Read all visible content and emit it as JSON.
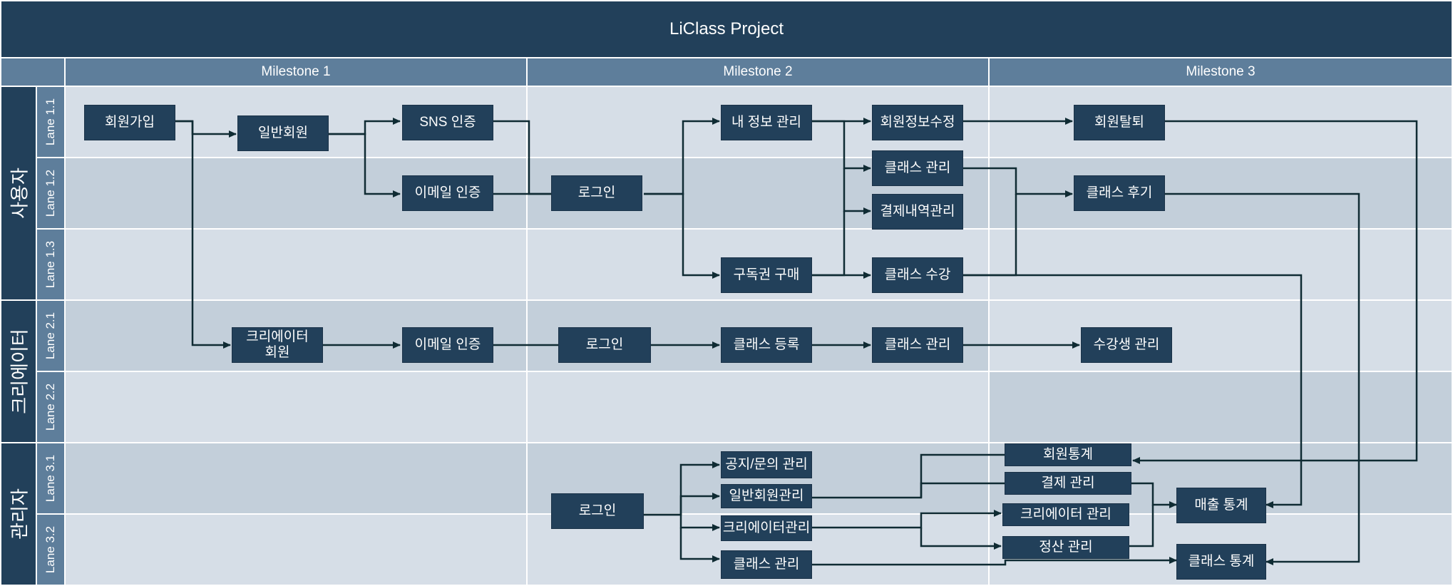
{
  "title": "LiClass Project",
  "milestones": [
    "Milestone 1",
    "Milestone 2",
    "Milestone 3"
  ],
  "pools": [
    "사용자",
    "크리에이터",
    "관리자"
  ],
  "lanes": [
    "Lane 1.1",
    "Lane 1.2",
    "Lane 1.3",
    "Lane 2.1",
    "Lane 2.2",
    "Lane 3.1",
    "Lane 3.2"
  ],
  "nodes": {
    "signup": "회원가입",
    "general_member": "일반회원",
    "sns_auth": "SNS 인증",
    "email_auth_user": "이메일 인증",
    "login_user": "로그인",
    "my_info": "내 정보 관리",
    "member_info_edit": "회원정보수정",
    "class_manage_user": "클래스 관리",
    "payment_history": "결제내역관리",
    "subscription_buy": "구독권 구매",
    "class_attend": "클래스 수강",
    "withdraw": "회원탈퇴",
    "class_review": "클래스 후기",
    "creator_member": "크리에이터\n회원",
    "email_auth_creator": "이메일 인증",
    "login_creator": "로그인",
    "class_register": "클래스 등록",
    "class_manage_creator": "클래스 관리",
    "student_manage": "수강생 관리",
    "login_admin": "로그인",
    "notice_inquiry": "공지/문의 관리",
    "general_member_admin": "일반회원관리",
    "creator_admin": "크리에이터관리",
    "class_manage_admin": "클래스 관리",
    "member_stats": "회원통계",
    "payment_manage": "결제 관리",
    "creator_manage": "크리에이터 관리",
    "settlement_manage": "정산 관리",
    "sales_stats": "매출 통계",
    "class_stats": "클래스 통계"
  }
}
